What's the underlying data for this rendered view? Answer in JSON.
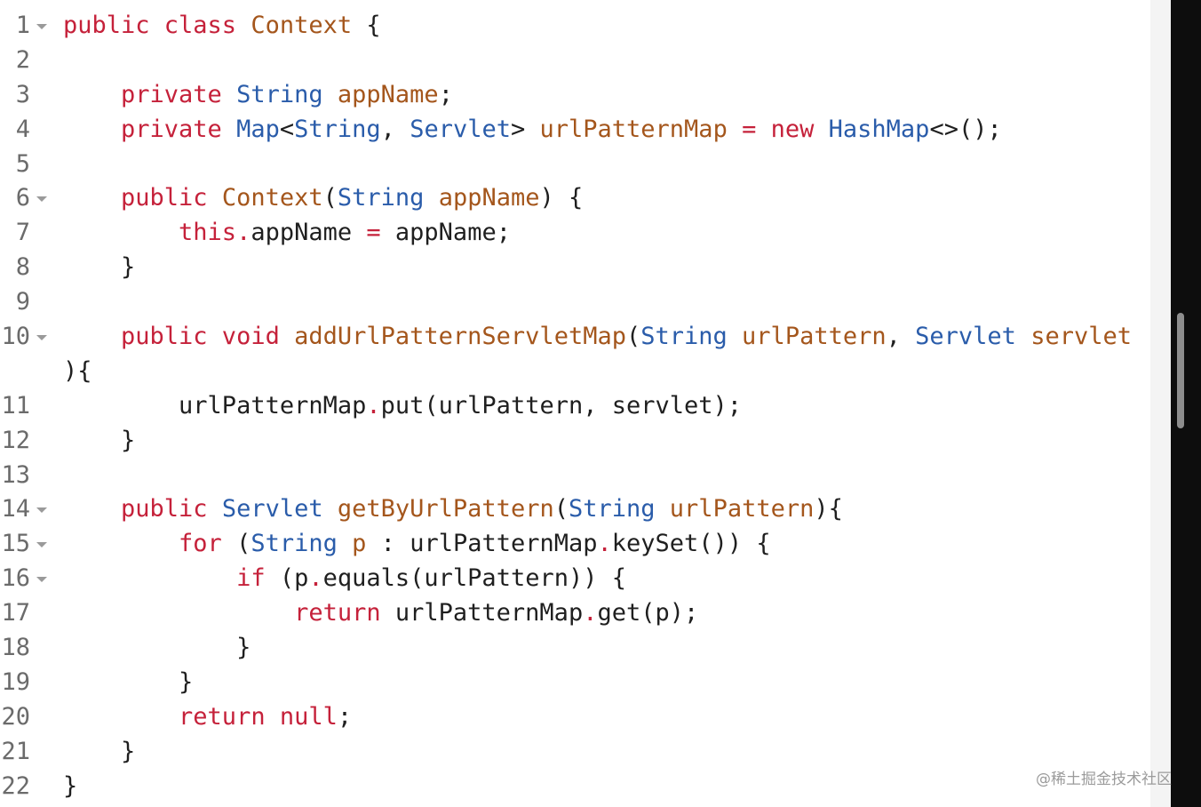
{
  "editor": {
    "lines": [
      {
        "no": "1",
        "fold": true,
        "segments": [
          {
            "t": "public class ",
            "c": "kw"
          },
          {
            "t": "Context",
            "c": "name"
          },
          {
            "t": " {",
            "c": "plain"
          }
        ]
      },
      {
        "no": "2",
        "fold": false,
        "segments": []
      },
      {
        "no": "3",
        "fold": false,
        "segments": [
          {
            "t": "    private ",
            "c": "kw"
          },
          {
            "t": "String",
            "c": "type"
          },
          {
            "t": " ",
            "c": "plain"
          },
          {
            "t": "appName",
            "c": "name"
          },
          {
            "t": ";",
            "c": "plain"
          }
        ]
      },
      {
        "no": "4",
        "fold": false,
        "segments": [
          {
            "t": "    private ",
            "c": "kw"
          },
          {
            "t": "Map",
            "c": "type"
          },
          {
            "t": "<",
            "c": "plain"
          },
          {
            "t": "String",
            "c": "type"
          },
          {
            "t": ", ",
            "c": "plain"
          },
          {
            "t": "Servlet",
            "c": "type"
          },
          {
            "t": "> ",
            "c": "plain"
          },
          {
            "t": "urlPatternMap",
            "c": "name"
          },
          {
            "t": " = ",
            "c": "op"
          },
          {
            "t": "new ",
            "c": "kw"
          },
          {
            "t": "HashMap",
            "c": "type"
          },
          {
            "t": "<>();",
            "c": "plain"
          }
        ]
      },
      {
        "no": "5",
        "fold": false,
        "segments": []
      },
      {
        "no": "6",
        "fold": true,
        "segments": [
          {
            "t": "    public ",
            "c": "kw"
          },
          {
            "t": "Context",
            "c": "name"
          },
          {
            "t": "(",
            "c": "plain"
          },
          {
            "t": "String",
            "c": "type"
          },
          {
            "t": " ",
            "c": "plain"
          },
          {
            "t": "appName",
            "c": "name"
          },
          {
            "t": ") {",
            "c": "plain"
          }
        ]
      },
      {
        "no": "7",
        "fold": false,
        "segments": [
          {
            "t": "        this",
            "c": "kw"
          },
          {
            "t": ".",
            "c": "op"
          },
          {
            "t": "appName ",
            "c": "plain"
          },
          {
            "t": "=",
            "c": "op"
          },
          {
            "t": " appName;",
            "c": "plain"
          }
        ]
      },
      {
        "no": "8",
        "fold": false,
        "segments": [
          {
            "t": "    }",
            "c": "plain"
          }
        ]
      },
      {
        "no": "9",
        "fold": false,
        "segments": []
      },
      {
        "no": "10",
        "fold": true,
        "segments": [
          {
            "t": "    public void ",
            "c": "kw"
          },
          {
            "t": "addUrlPatternServletMap",
            "c": "name"
          },
          {
            "t": "(",
            "c": "plain"
          },
          {
            "t": "String",
            "c": "type"
          },
          {
            "t": " ",
            "c": "plain"
          },
          {
            "t": "urlPattern",
            "c": "name"
          },
          {
            "t": ", ",
            "c": "plain"
          },
          {
            "t": "Servlet",
            "c": "type"
          },
          {
            "t": " ",
            "c": "plain"
          },
          {
            "t": "servlet",
            "c": "name"
          }
        ]
      },
      {
        "no": "",
        "fold": false,
        "segments": [
          {
            "t": "){",
            "c": "plain"
          }
        ]
      },
      {
        "no": "11",
        "fold": false,
        "segments": [
          {
            "t": "        urlPatternMap",
            "c": "plain"
          },
          {
            "t": ".",
            "c": "op"
          },
          {
            "t": "put(urlPattern, servlet);",
            "c": "plain"
          }
        ]
      },
      {
        "no": "12",
        "fold": false,
        "segments": [
          {
            "t": "    }",
            "c": "plain"
          }
        ]
      },
      {
        "no": "13",
        "fold": false,
        "segments": []
      },
      {
        "no": "14",
        "fold": true,
        "segments": [
          {
            "t": "    public ",
            "c": "kw"
          },
          {
            "t": "Servlet",
            "c": "type"
          },
          {
            "t": " ",
            "c": "plain"
          },
          {
            "t": "getByUrlPattern",
            "c": "name"
          },
          {
            "t": "(",
            "c": "plain"
          },
          {
            "t": "String",
            "c": "type"
          },
          {
            "t": " ",
            "c": "plain"
          },
          {
            "t": "urlPattern",
            "c": "name"
          },
          {
            "t": "){",
            "c": "plain"
          }
        ]
      },
      {
        "no": "15",
        "fold": true,
        "segments": [
          {
            "t": "        for ",
            "c": "kw"
          },
          {
            "t": "(",
            "c": "plain"
          },
          {
            "t": "String",
            "c": "type"
          },
          {
            "t": " ",
            "c": "plain"
          },
          {
            "t": "p",
            "c": "name"
          },
          {
            "t": " : urlPatternMap",
            "c": "plain"
          },
          {
            "t": ".",
            "c": "op"
          },
          {
            "t": "keySet()) {",
            "c": "plain"
          }
        ]
      },
      {
        "no": "16",
        "fold": true,
        "segments": [
          {
            "t": "            if ",
            "c": "kw"
          },
          {
            "t": "(p",
            "c": "plain"
          },
          {
            "t": ".",
            "c": "op"
          },
          {
            "t": "equals(urlPattern)) {",
            "c": "plain"
          }
        ]
      },
      {
        "no": "17",
        "fold": false,
        "segments": [
          {
            "t": "                return ",
            "c": "kw"
          },
          {
            "t": "urlPatternMap",
            "c": "plain"
          },
          {
            "t": ".",
            "c": "op"
          },
          {
            "t": "get(p);",
            "c": "plain"
          }
        ]
      },
      {
        "no": "18",
        "fold": false,
        "segments": [
          {
            "t": "            }",
            "c": "plain"
          }
        ]
      },
      {
        "no": "19",
        "fold": false,
        "segments": [
          {
            "t": "        }",
            "c": "plain"
          }
        ]
      },
      {
        "no": "20",
        "fold": false,
        "segments": [
          {
            "t": "        return null",
            "c": "kw"
          },
          {
            "t": ";",
            "c": "plain"
          }
        ]
      },
      {
        "no": "21",
        "fold": false,
        "segments": [
          {
            "t": "    }",
            "c": "plain"
          }
        ]
      },
      {
        "no": "22",
        "fold": false,
        "segments": [
          {
            "t": "}",
            "c": "plain"
          }
        ]
      }
    ]
  },
  "icons": {
    "fold": "fold-triangle-icon"
  },
  "colors": {
    "keyword": "#c5213a",
    "type": "#2a5caa",
    "identifier": "#a4561c",
    "plain": "#1f1f1f",
    "gutter": "#6b6b6b"
  },
  "watermark": {
    "text": "@稀土掘金技术社区"
  }
}
